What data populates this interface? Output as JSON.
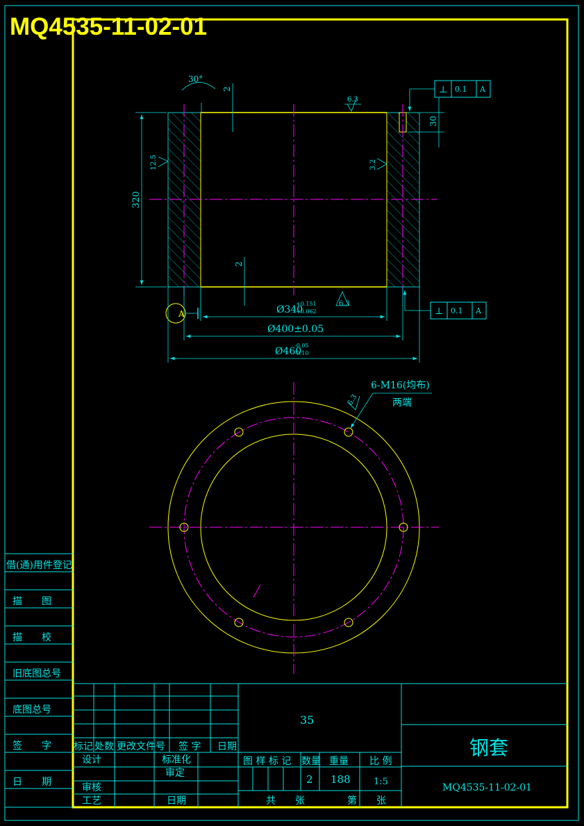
{
  "drawing_number": "MQ4535-11-02-01",
  "part_name": "钢套",
  "material": "35",
  "dimensions": {
    "chamfer_angle": "30°",
    "chamfer_top": "2",
    "chamfer_bottom": "2",
    "height": "320",
    "bore_main": "Ø340",
    "bore_tol_upper": "+0.151",
    "bore_tol_lower": "+0.062",
    "pitch_diameter": "Ø400±0.05",
    "outer_main": "Ø460",
    "outer_tol_upper": "-0.05",
    "outer_tol_lower": "-0.10",
    "thread_depth": "30",
    "thread_note": "6-M16(均布)",
    "thread_note2": "两端",
    "datum": "A"
  },
  "surface_roughness": {
    "top": "6.3",
    "bottom": "6.3",
    "outer_left": "12.5",
    "inner_right": "3.2",
    "thread": "6.3"
  },
  "tolerance_frames": [
    {
      "symbol": "⊥",
      "value": "0.1",
      "datum": "A"
    },
    {
      "symbol": "⊥",
      "value": "0.1",
      "datum": "A"
    }
  ],
  "left_registry": [
    "借(通)用件登记",
    "描　　图",
    "描　　校",
    "旧底图总号",
    "底图总号",
    "签　　字",
    "日　　期"
  ],
  "title_block": {
    "rev_headers": [
      "标记",
      "处数",
      "更改文件号",
      "签 字",
      "日期"
    ],
    "design": "设计",
    "standardization": "标准化",
    "review": "审核",
    "approve": "审定",
    "process": "工艺",
    "date": "日期",
    "col_headers": [
      "图 样 标 记",
      "数量",
      "重量",
      "比 例"
    ],
    "quantity": "2",
    "weight": "188",
    "scale": "1:5",
    "total_sheets": "共　　张",
    "sheet_no": "第　　张"
  },
  "colors": {
    "border": "#ffff00",
    "frame": "#00e5e5",
    "centerline": "#ff00ff",
    "outline": "#ffff00",
    "dimension": "#00e5e5"
  }
}
